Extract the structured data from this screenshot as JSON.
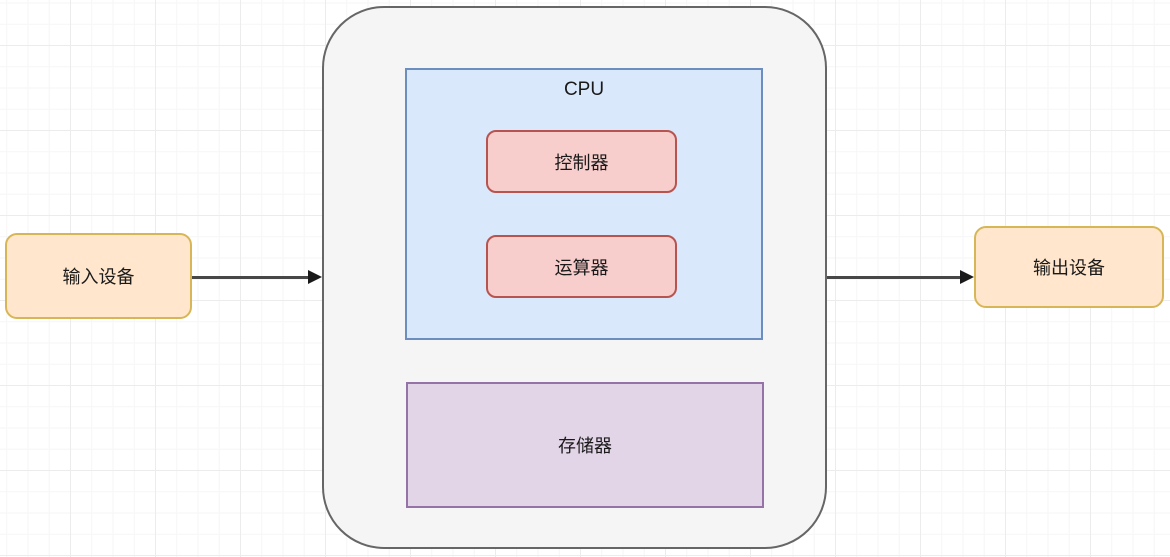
{
  "diagram": {
    "title": "computer-architecture-diagram",
    "system_container": {
      "label": "",
      "fill": "#f5f5f5",
      "stroke": "#666666"
    },
    "cpu": {
      "label": "CPU",
      "fill": "#dae8fc",
      "stroke": "#6c8ebf"
    },
    "controller": {
      "label": "控制器",
      "fill": "#f8cecc",
      "stroke": "#b85450"
    },
    "alu": {
      "label": "运算器",
      "fill": "#f8cecc",
      "stroke": "#b85450"
    },
    "memory": {
      "label": "存储器",
      "fill": "#e1d5e7",
      "stroke": "#9673a6"
    },
    "input_device": {
      "label": "输入设备",
      "fill": "#ffe6cc",
      "stroke": "#d6b656"
    },
    "output_device": {
      "label": "输出设备",
      "fill": "#ffe6cc",
      "stroke": "#d6b656"
    },
    "arrows": {
      "color": "#474747",
      "input_to_system": "输入设备 → 主机",
      "system_to_output": "主机 → 输出设备"
    },
    "grid": {
      "minor_color": "#f6f6f6",
      "major_color": "#ececec"
    },
    "text_color": "#1a1a1a"
  }
}
